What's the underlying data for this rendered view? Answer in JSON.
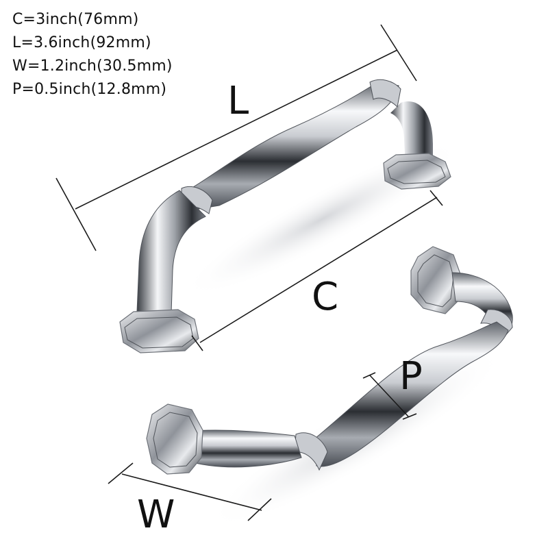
{
  "specs": [
    {
      "text": "C=3inch(76mm)"
    },
    {
      "text": "L=3.6inch(92mm)"
    },
    {
      "text": "W=1.2inch(30.5mm)"
    },
    {
      "text": "P=0.5inch(12.8mm)"
    }
  ],
  "labels": {
    "length": "L",
    "center": "C",
    "width": "W",
    "projection": "P"
  },
  "colors": {
    "chrome_light": "#f7f8fa",
    "chrome_mid": "#a7abb1",
    "chrome_dark": "#2b2e33",
    "dimension_line": "#1a1a1a"
  }
}
